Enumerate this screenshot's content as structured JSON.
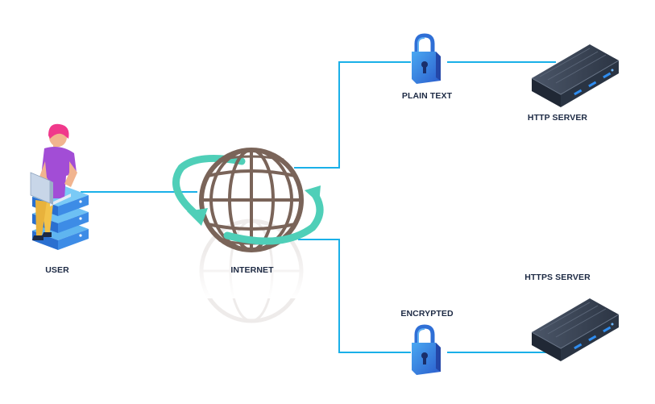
{
  "labels": {
    "user": "USER",
    "internet": "INTERNET",
    "plain_text": "PLAIN TEXT",
    "encrypted": "ENCRYPTED",
    "http_server": "HTTP SERVER",
    "https_server": "HTTPS SERVER"
  },
  "colors": {
    "connector": "#1ab0e8",
    "globe": "#7a6459",
    "orbit": "#4fcfb8",
    "lock_blue": "#2f6fd6",
    "server_dark": "#2a3443",
    "server_led": "#2f8df0",
    "user_shirt": "#a24dd6",
    "user_hair": "#f0398b",
    "user_pants": "#f2c24a",
    "label_text": "#1d2a44"
  },
  "icons": [
    "user-icon",
    "globe-icon",
    "lock-icon",
    "server-icon"
  ]
}
